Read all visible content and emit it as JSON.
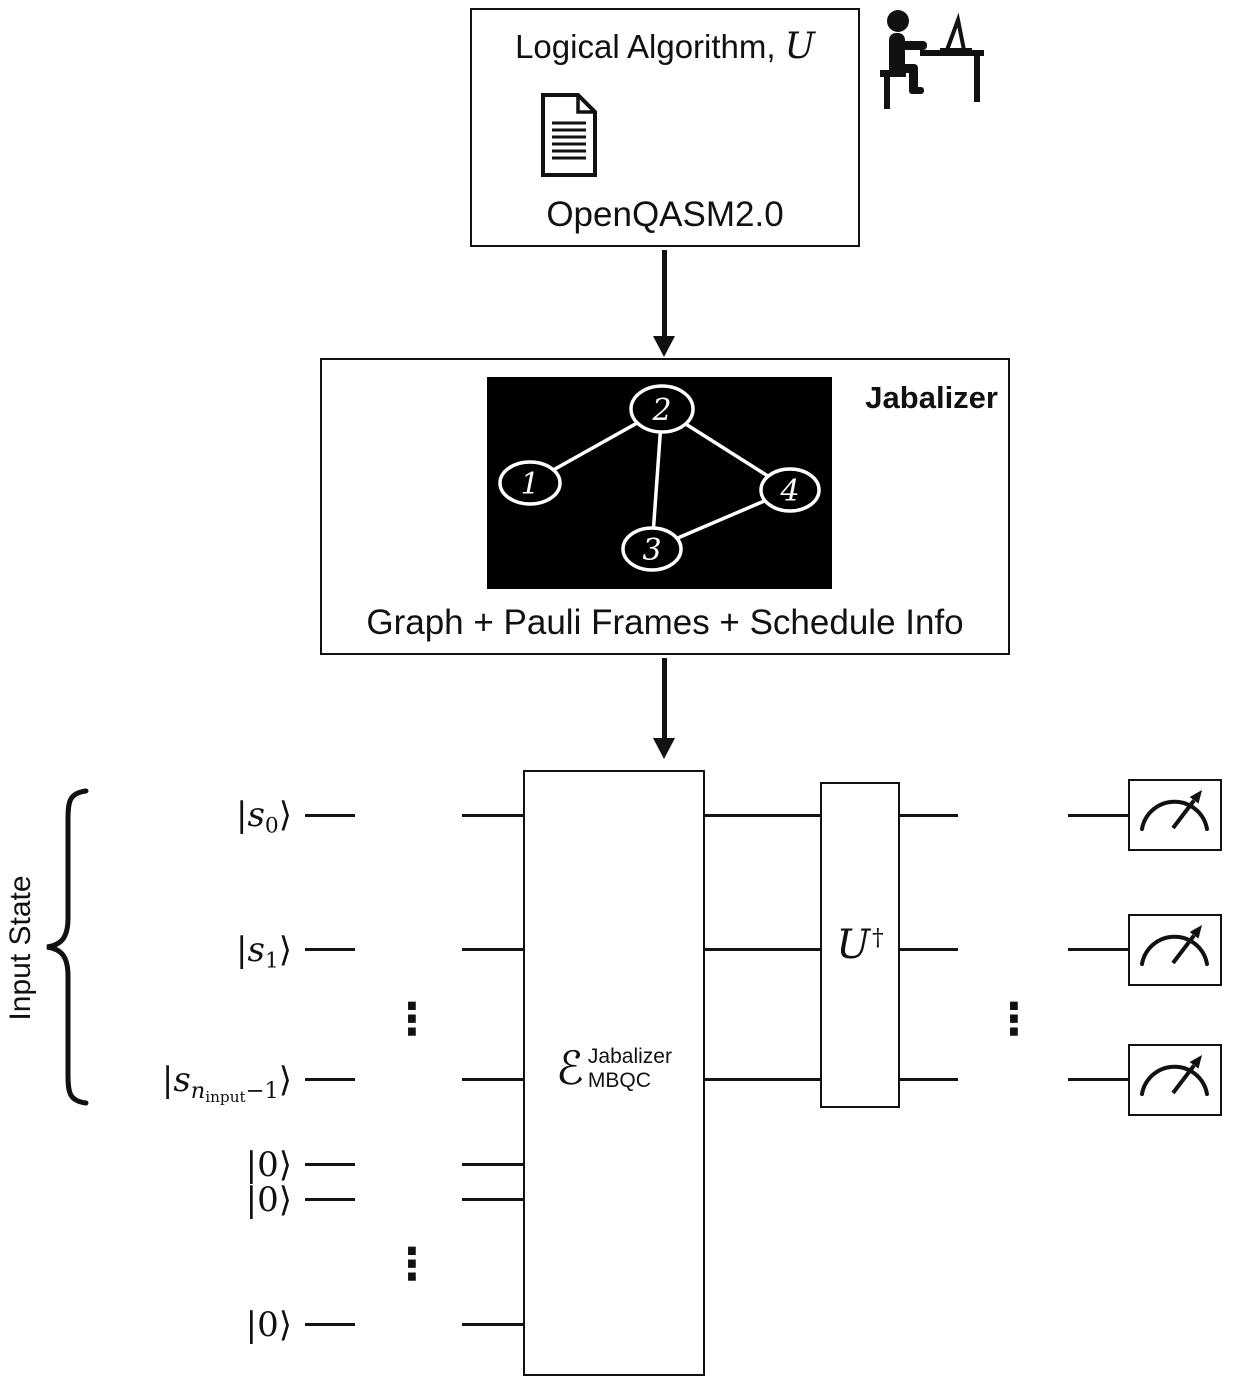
{
  "top_box": {
    "title_text": "Logical Algorithm,",
    "title_math": "U",
    "format_label": "OpenQASM2.0"
  },
  "jabalizer": {
    "label": "Jabalizer",
    "caption": "Graph + Pauli Frames + Schedule Info",
    "nodes": [
      "1",
      "2",
      "3",
      "4"
    ]
  },
  "circuit": {
    "input_state_label": "Input State",
    "kets": {
      "s0": {
        "open": "|",
        "base": "s",
        "sub": "0",
        "close": "⟩"
      },
      "s1": {
        "open": "|",
        "base": "s",
        "sub": "1",
        "close": "⟩"
      },
      "slast": {
        "open": "|",
        "base": "s",
        "sub_base": "n",
        "sub_sub": "input",
        "sub_tail": "−1",
        "close": "⟩"
      },
      "zero": {
        "open": "|",
        "base": "0",
        "close": "⟩"
      }
    },
    "dots": "⋮",
    "mbqc": {
      "symbol": "ℰ",
      "sup": "Jabalizer",
      "sub": "MBQC"
    },
    "u_dagger": {
      "base": "U",
      "sup": "†"
    }
  }
}
